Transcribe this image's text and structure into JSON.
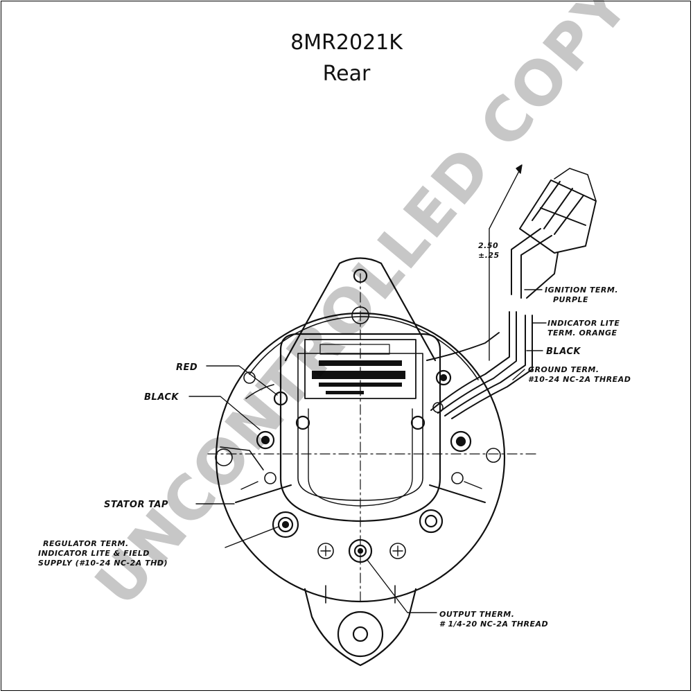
{
  "title": "8MR2021K",
  "subtitle": "Rear",
  "watermark": "UNCONTROLLED COPY",
  "colors": {
    "ink": "#111111",
    "background": "#ffffff",
    "watermark": "#c8c8c8"
  },
  "dimension": {
    "value": "2.50",
    "tolerance": "±.25"
  },
  "labels": {
    "ignition_line1": "IGNITION TERM.",
    "ignition_line2": "PURPLE",
    "indicator_line1": "INDICATOR LITE",
    "indicator_line2": "TERM. ORANGE",
    "black_right": "BLACK",
    "ground_line1": "GROUND TERM.",
    "ground_line2": "#10-24 NC-2A THREAD",
    "red": "RED",
    "black_left": "BLACK",
    "stator_tap": "STATOR TAP",
    "regulator_line1": "REGULATOR TERM.",
    "regulator_line2": "INDICATOR LITE & FIELD",
    "regulator_line3": "SUPPLY (#10-24 NC-2A THD)",
    "output_line1": "OUTPUT THERM.",
    "output_line2": "# 1/4-20 NC-2A THREAD"
  }
}
